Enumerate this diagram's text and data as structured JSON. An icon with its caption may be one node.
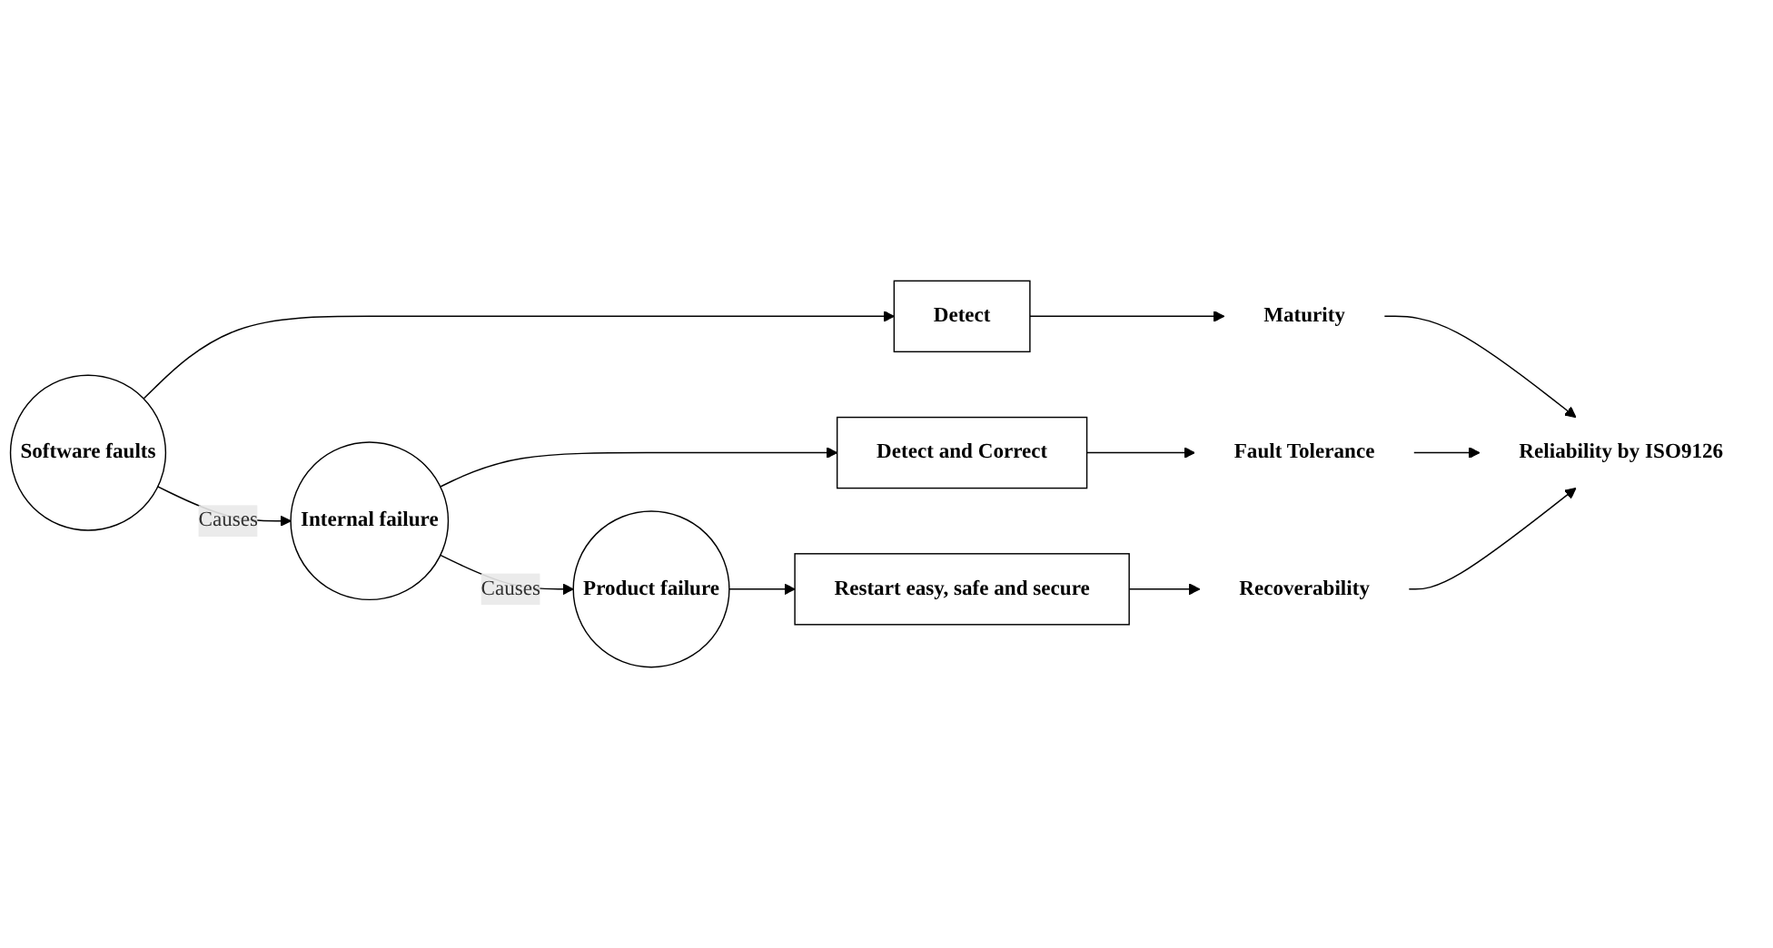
{
  "diagram": {
    "nodes": [
      {
        "text": [
          "Software faults"
        ]
      },
      {
        "text": [
          "Internal failure"
        ]
      },
      {
        "text": [
          "Product failure"
        ]
      },
      {
        "text": [
          "Detect"
        ]
      },
      {
        "text": [
          "Detect and Correct"
        ]
      },
      {
        "text": [
          "Restart easy, safe and secure"
        ]
      },
      {
        "text": [
          "Maturity"
        ]
      },
      {
        "text": [
          "Fault Tolerance"
        ]
      },
      {
        "text": [
          "Recoverability"
        ]
      },
      {
        "text": [
          "Reliability by ISO9126"
        ]
      }
    ],
    "edges": [
      {
        "from": 0,
        "to": 3,
        "arrow": "to"
      },
      {
        "from": 3,
        "to": 6,
        "arrow": "to"
      },
      {
        "from": 0,
        "to": 1,
        "label": "Causes",
        "arrow": "to"
      },
      {
        "from": 1,
        "to": 4,
        "arrow": "to"
      },
      {
        "from": 4,
        "to": 7,
        "arrow": "to"
      },
      {
        "from": 1,
        "to": 2,
        "label": "Causes",
        "arrow": "to"
      },
      {
        "from": 2,
        "to": 5,
        "arrow": "to"
      },
      {
        "from": 5,
        "to": 8,
        "arrow": "to"
      },
      {
        "from": 6,
        "to": 9,
        "arrow": "to"
      },
      {
        "from": 7,
        "to": 9,
        "arrow": "to"
      },
      {
        "from": 8,
        "to": 9,
        "arrow": "to"
      }
    ]
  }
}
